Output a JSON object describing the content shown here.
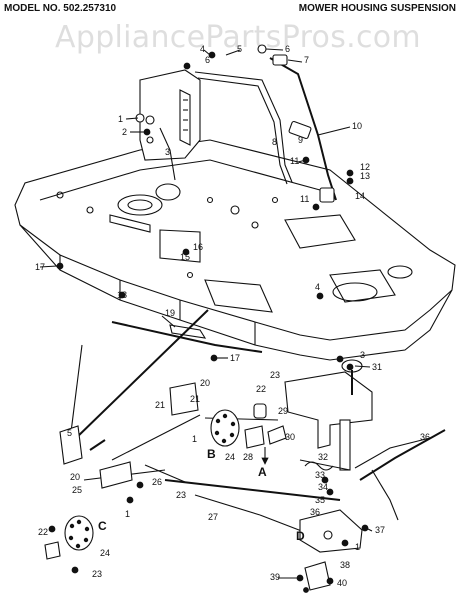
{
  "header": {
    "model": "MODEL NO. 502.257310",
    "section_title": "MOWER HOUSING SUSPENSION"
  },
  "watermark": "AppliancePartsPros.com",
  "callouts": {
    "c1": "1",
    "c2": "2",
    "c3": "3",
    "c4": "4",
    "c5": "5",
    "c6": "6",
    "c7": "7",
    "c8": "8",
    "c9": "9",
    "c10": "10",
    "c11": "11",
    "c12": "12",
    "c13": "13",
    "c14": "14",
    "c15": "15",
    "c16": "16",
    "c17": "17",
    "c18": "18",
    "c19": "19",
    "c20": "20",
    "c21": "21",
    "c22": "22",
    "c23": "23",
    "c24": "24",
    "c25": "25",
    "c26": "26",
    "c27": "27",
    "c28": "28",
    "c29": "29",
    "c30": "30",
    "c31": "31",
    "c32": "32",
    "c33": "33",
    "c34": "34",
    "c35": "35",
    "c36": "36",
    "c37": "37",
    "c38": "38",
    "c39": "39",
    "c40": "40"
  },
  "detail_letters": {
    "a": "A",
    "b": "B",
    "c": "C",
    "d": "D"
  }
}
